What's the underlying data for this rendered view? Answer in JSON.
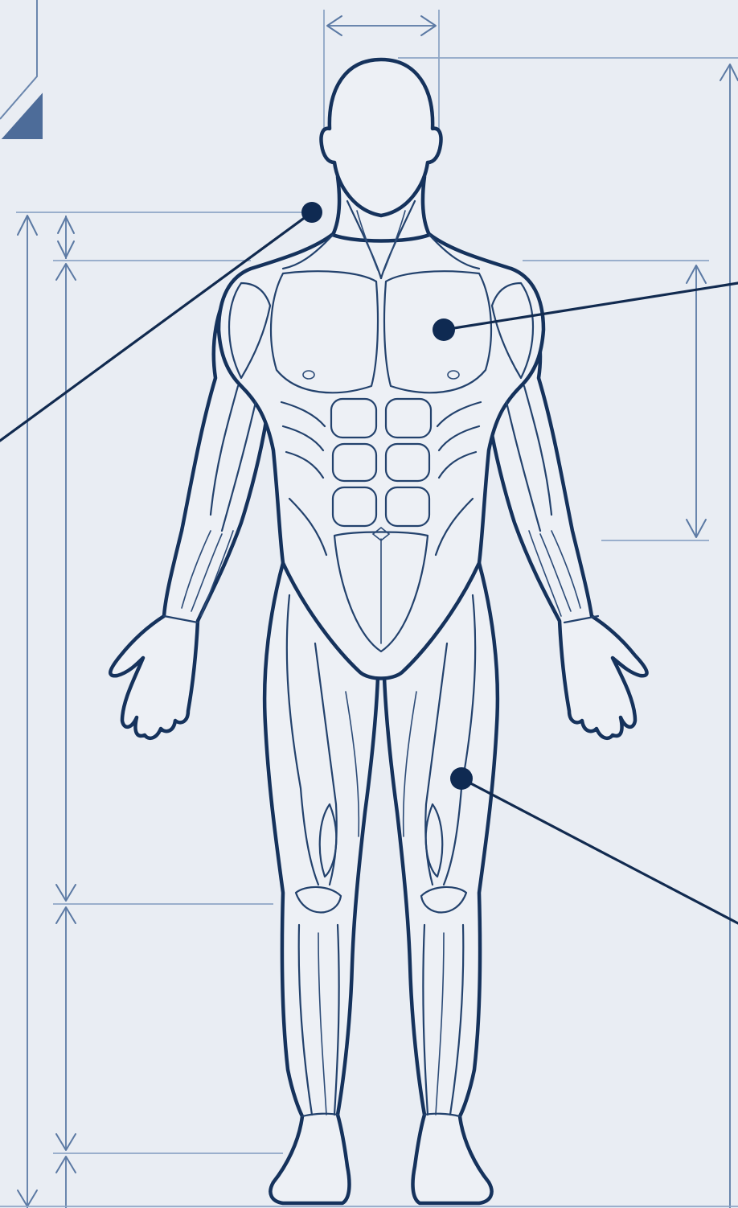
{
  "diagram": {
    "subject": "human-body-muscular-front-view",
    "style": "blueprint",
    "colors": {
      "background": "#e9edf3",
      "outline": "#15325c",
      "dimension_lines": "#6a86ad",
      "callout_markers": "#0f2a52"
    },
    "callouts": [
      {
        "name": "callout-neck-trapezius",
        "icon": "callout-dot"
      },
      {
        "name": "callout-chest-pectoral",
        "icon": "callout-dot"
      },
      {
        "name": "callout-thigh-quadriceps",
        "icon": "callout-dot"
      }
    ],
    "dimension_lines": [
      "head-width",
      "total-height-right",
      "total-height-left",
      "torso-height",
      "leg-height",
      "foot-height",
      "chest-height-right"
    ]
  }
}
